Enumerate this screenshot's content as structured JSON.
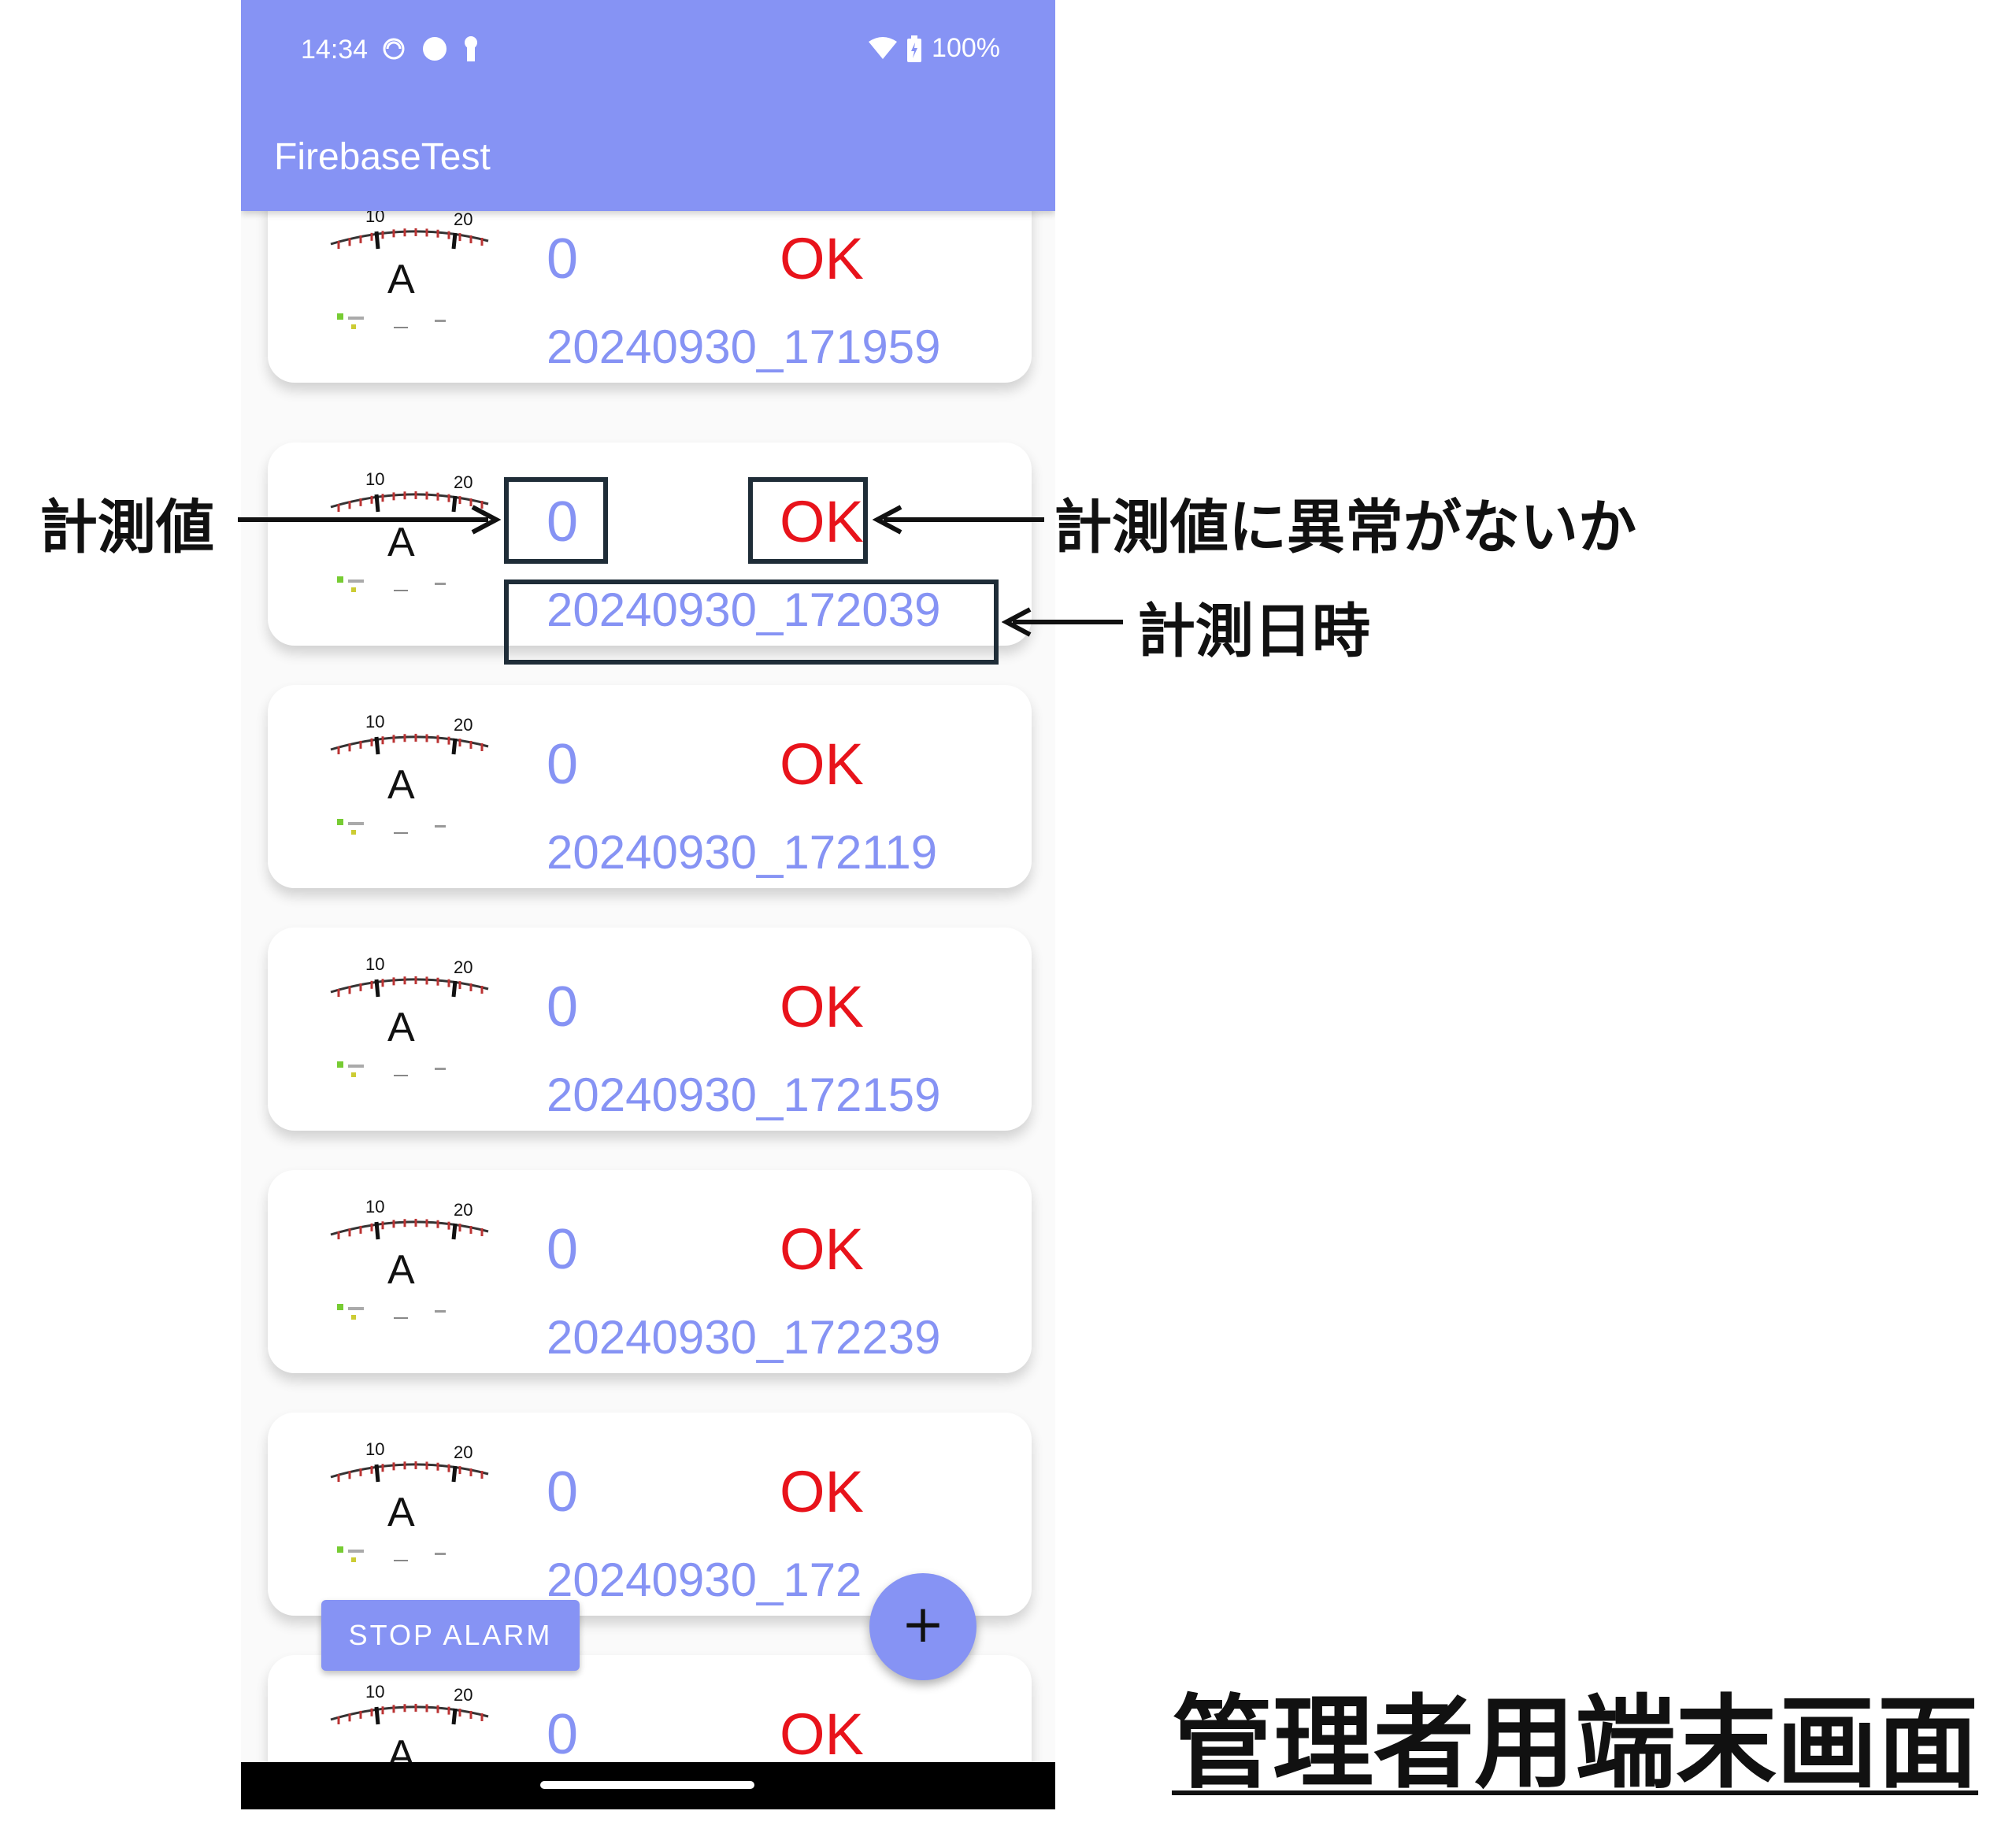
{
  "status_bar": {
    "time": "14:34",
    "battery": "100%"
  },
  "app": {
    "title": "FirebaseTest"
  },
  "meter_labels": {
    "unit": "A",
    "scale_low": "10",
    "scale_high": "20"
  },
  "records": [
    {
      "value": "0",
      "status": "OK",
      "timestamp": "20240930_171959"
    },
    {
      "value": "0",
      "status": "OK",
      "timestamp": "20240930_172039"
    },
    {
      "value": "0",
      "status": "OK",
      "timestamp": "20240930_172119"
    },
    {
      "value": "0",
      "status": "OK",
      "timestamp": "20240930_172159"
    },
    {
      "value": "0",
      "status": "OK",
      "timestamp": "20240930_172239"
    },
    {
      "value": "0",
      "status": "OK",
      "timestamp": "20240930_172"
    },
    {
      "value": "0",
      "status": "OK",
      "timestamp": ""
    }
  ],
  "buttons": {
    "stop_alarm": "STOP ALARM",
    "add": "+"
  },
  "annotations": {
    "measured_value": "計測値",
    "abnormal_check": "計測値に異常がないか",
    "measured_datetime": "計測日時"
  },
  "caption": "管理者用端末画面",
  "colors": {
    "accent": "#8693f4",
    "ok": "#e8131b",
    "annotation_box": "#1f2d38"
  }
}
